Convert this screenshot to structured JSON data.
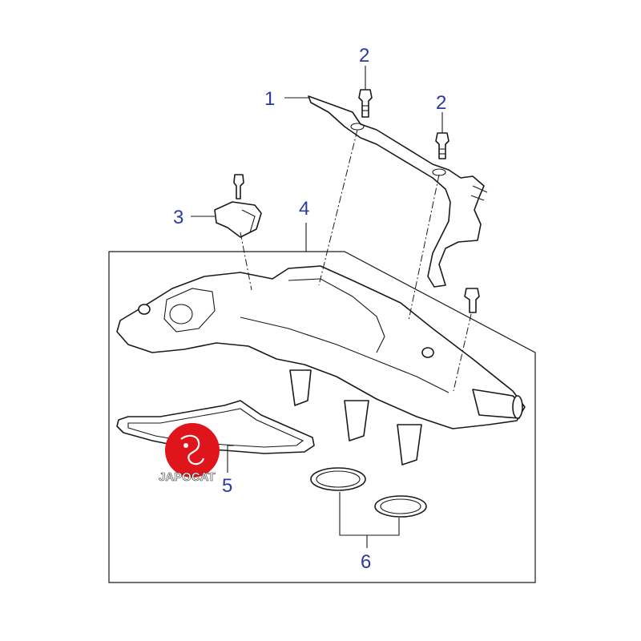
{
  "callouts": {
    "c1": "1",
    "c2a": "2",
    "c2b": "2",
    "c3": "3",
    "c4": "4",
    "c5": "5",
    "c6": "6"
  },
  "watermark": {
    "text": "JAPOCAT",
    "logo_color": "#e0141b"
  },
  "colors": {
    "callout_text": "#2d3aa0",
    "line": "#1a1a1a"
  }
}
